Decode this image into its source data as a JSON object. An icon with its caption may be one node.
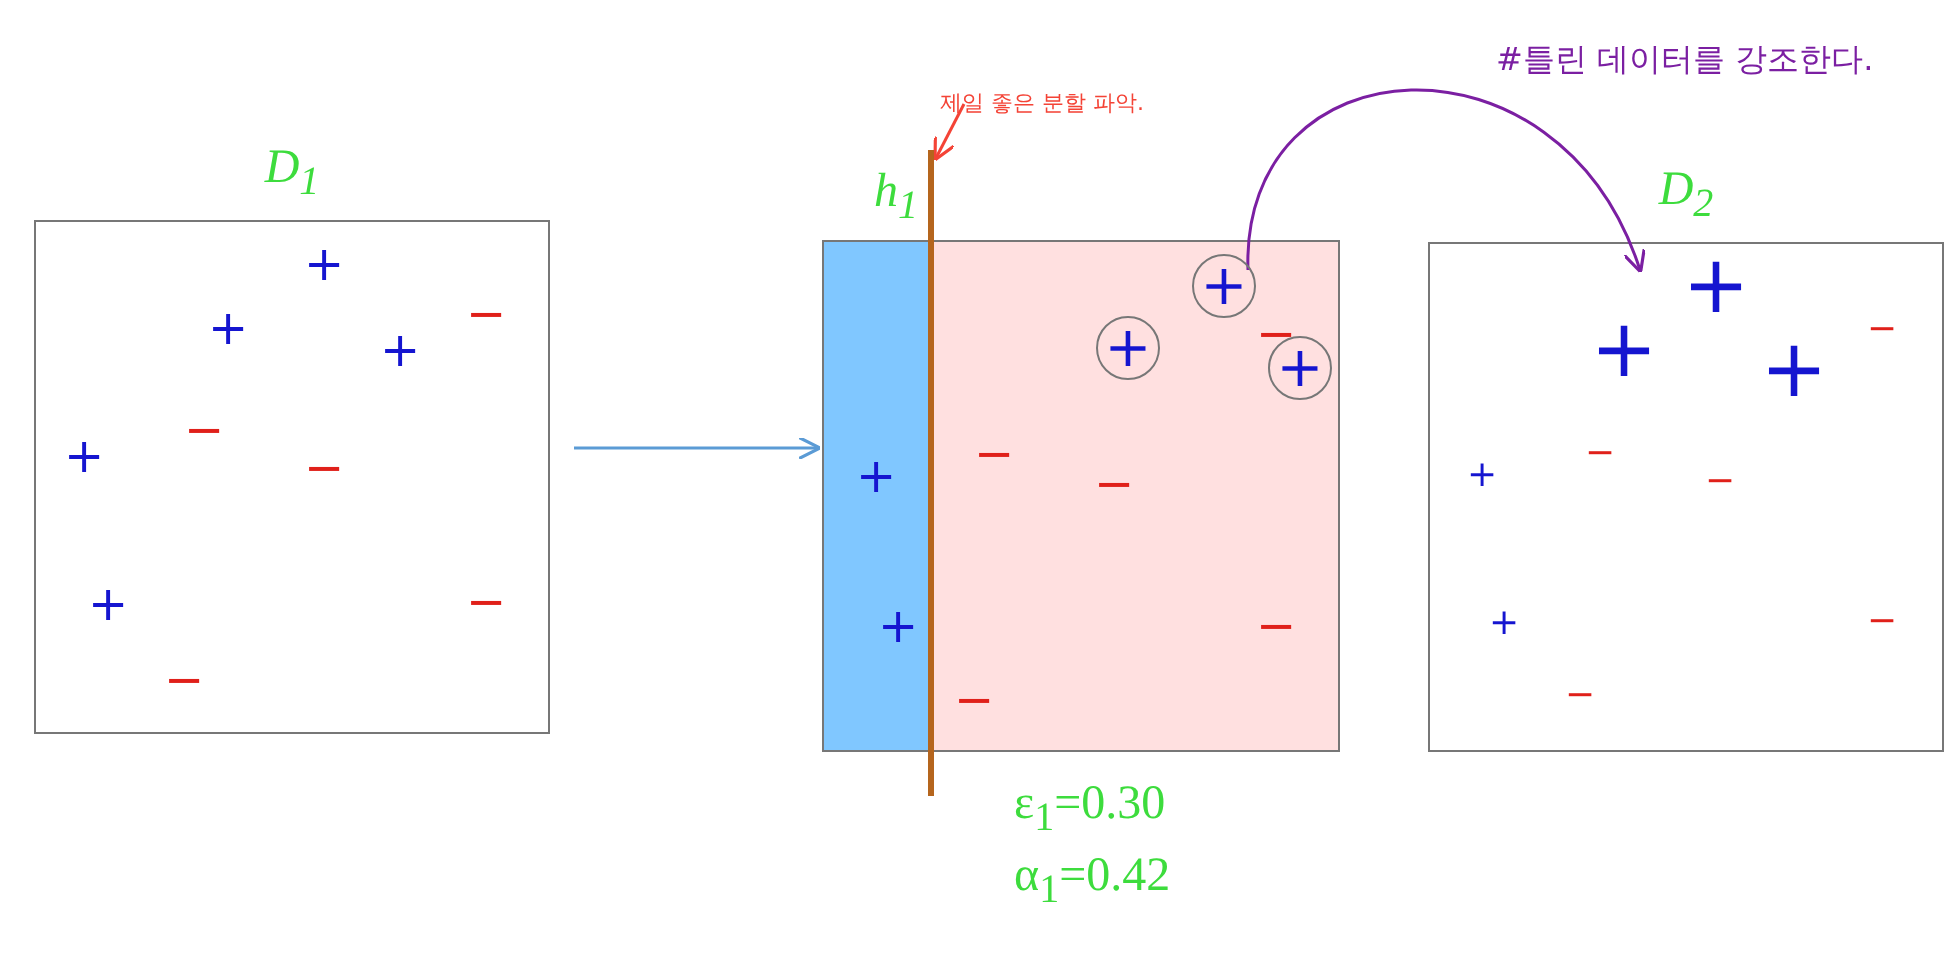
{
  "diagram": {
    "nodes": [
      {
        "text": [
          "D$_{1}$"
        ]
      },
      {
        "text": [],
        "shape": "box",
        "beside": [
          "ε$_{1}$=0.30",
          "α$_{1}$=0.42"
        ]
      },
      {
        "text": [],
        "shape": "box",
        "in": 1
      },
      {
        "text": [],
        "shape": "box",
        "in": 1
      },
      {
        "text": [
          "+"
        ],
        "in": 3
      },
      {
        "text": [
          "+"
        ],
        "in": 3
      },
      {
        "text": [
          "+"
        ],
        "in": 3
      },
      {
        "text": [
          "제일 좋은 분할 파악."
        ]
      },
      {
        "text": [],
        "shape": "bar",
        "beside": [
          "h$_{1}$"
        ]
      },
      {
        "text": [
          "D$_{2}$"
        ]
      }
    ],
    "edges": [
      {
        "from": 0,
        "to": 1,
        "arrow": "to",
        "color": "#5b9bd5"
      },
      {
        "from": 4,
        "to": 9,
        "arrow": "to",
        "color": "#7b1fa2"
      },
      {
        "from": 7,
        "to": 8,
        "arrow": "to",
        "color": "#f44336"
      }
    ],
    "labels": [
      "#틀린 데이터를 강조한다.",
      "+",
      "+",
      "+",
      "−",
      "+",
      "−",
      "−",
      "+",
      "−",
      "−",
      "−",
      "+",
      "−",
      "−",
      "+",
      "−",
      "−",
      "+",
      "+",
      "+",
      "−",
      "+",
      "−",
      "−",
      "+",
      "−",
      "−"
    ]
  }
}
